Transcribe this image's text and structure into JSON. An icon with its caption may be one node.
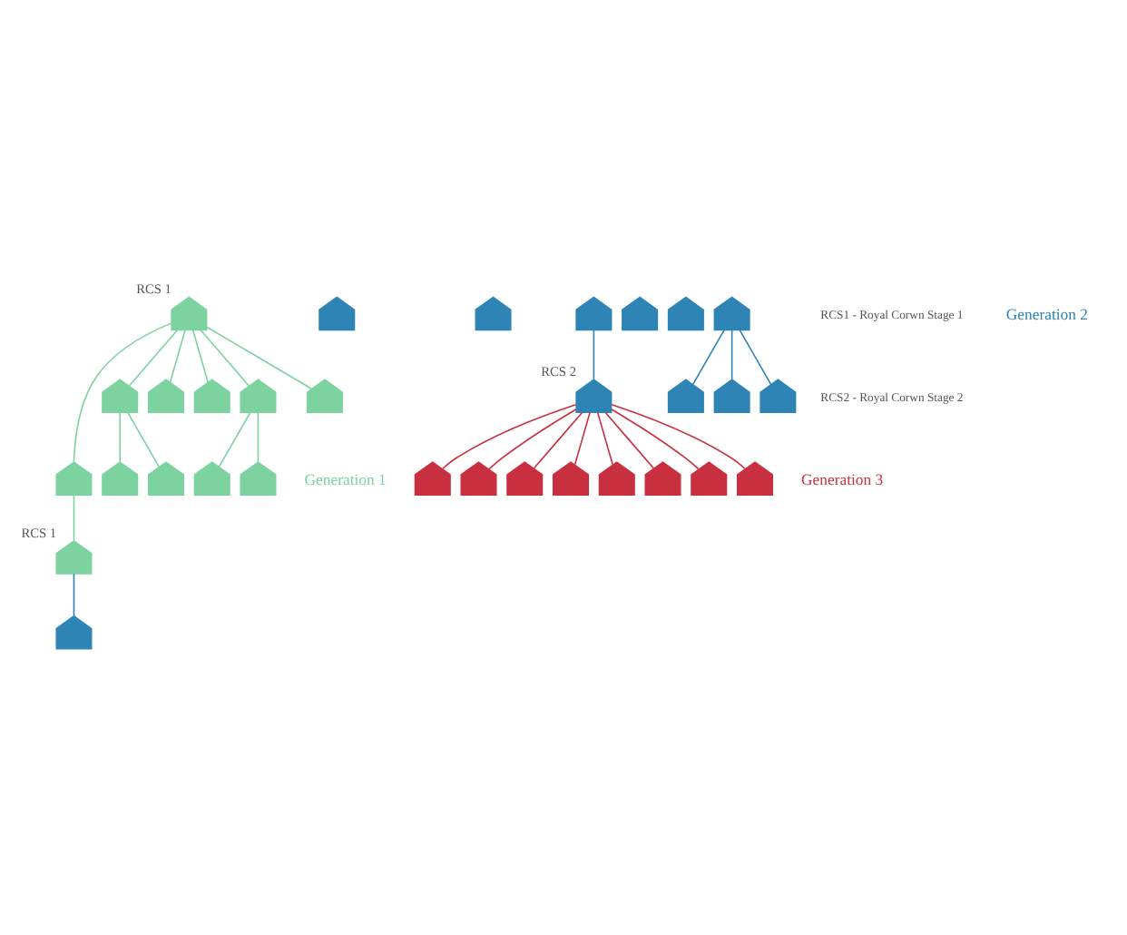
{
  "diagram": {
    "nodes": [
      {
        "text": [],
        "shape": "person",
        "beside": [
          "RCS 1"
        ]
      },
      {
        "text": [],
        "shape": "person"
      },
      {
        "text": [],
        "shape": "person"
      },
      {
        "text": [],
        "shape": "person"
      },
      {
        "text": [],
        "shape": "person"
      },
      {
        "text": [],
        "shape": "person"
      },
      {
        "text": [],
        "shape": "person"
      },
      {
        "text": [],
        "shape": "person",
        "beside": [
          "RCS 1"
        ]
      },
      {
        "text": [],
        "shape": "person"
      },
      {
        "text": [],
        "shape": "person"
      },
      {
        "text": [],
        "shape": "person"
      },
      {
        "text": [],
        "shape": "person"
      },
      {
        "text": [],
        "shape": "person"
      },
      {
        "text": [],
        "shape": "person"
      },
      {
        "text": [],
        "shape": "person"
      },
      {
        "text": [],
        "shape": "person"
      },
      {
        "text": [],
        "shape": "person"
      },
      {
        "text": [],
        "shape": "person"
      },
      {
        "text": [],
        "shape": "person"
      },
      {
        "text": [],
        "shape": "person",
        "beside": [
          "RCS 2"
        ]
      },
      {
        "text": [],
        "shape": "person"
      },
      {
        "text": [],
        "shape": "person"
      },
      {
        "text": [],
        "shape": "person"
      },
      {
        "text": [],
        "shape": "person"
      },
      {
        "text": [],
        "shape": "person"
      },
      {
        "text": [],
        "shape": "person"
      },
      {
        "text": [],
        "shape": "person"
      },
      {
        "text": [],
        "shape": "person"
      },
      {
        "text": [],
        "shape": "person"
      },
      {
        "text": [],
        "shape": "person"
      },
      {
        "text": [],
        "shape": "person"
      }
    ],
    "edges": [
      {
        "from": 0,
        "to": 1,
        "arrow": "none"
      },
      {
        "from": 0,
        "to": 2,
        "arrow": "none"
      },
      {
        "from": 0,
        "to": 3,
        "arrow": "none"
      },
      {
        "from": 0,
        "to": 4,
        "arrow": "none"
      },
      {
        "from": 0,
        "to": 5,
        "arrow": "none"
      },
      {
        "from": 0,
        "to": 6,
        "arrow": "none"
      },
      {
        "from": 1,
        "to": 7,
        "arrow": "none"
      },
      {
        "from": 2,
        "to": 8,
        "arrow": "none"
      },
      {
        "from": 2,
        "to": 9,
        "arrow": "none"
      },
      {
        "from": 5,
        "to": 10,
        "arrow": "none"
      },
      {
        "from": 5,
        "to": 11,
        "arrow": "none"
      },
      {
        "from": 7,
        "to": 12,
        "arrow": "none",
        "color": "#2e84b4"
      },
      {
        "from": 15,
        "to": 19,
        "arrow": "none",
        "color": "#2e84b4"
      },
      {
        "from": 18,
        "to": 20,
        "arrow": "none",
        "color": "#2e84b4"
      },
      {
        "from": 18,
        "to": 21,
        "arrow": "none",
        "color": "#2e84b4"
      },
      {
        "from": 18,
        "to": 22,
        "arrow": "none",
        "color": "#2e84b4"
      },
      {
        "from": 19,
        "to": 23,
        "arrow": "none",
        "color": "#c8303f"
      },
      {
        "from": 19,
        "to": 24,
        "arrow": "none",
        "color": "#c8303f"
      },
      {
        "from": 19,
        "to": 25,
        "arrow": "none",
        "color": "#c8303f"
      },
      {
        "from": 19,
        "to": 26,
        "arrow": "none",
        "color": "#c8303f"
      },
      {
        "from": 19,
        "to": 27,
        "arrow": "none",
        "color": "#c8303f"
      },
      {
        "from": 19,
        "to": 28,
        "arrow": "none",
        "color": "#c8303f"
      },
      {
        "from": 19,
        "to": 29,
        "arrow": "none",
        "color": "#c8303f"
      },
      {
        "from": 19,
        "to": 30,
        "arrow": "none",
        "color": "#c8303f"
      }
    ],
    "labels": [
      "RCS1 - Royal Corwn Stage 1",
      "RCS2 - Royal Corwn Stage 2",
      "Generation 1",
      "Generation 2",
      "Generation 3"
    ]
  }
}
